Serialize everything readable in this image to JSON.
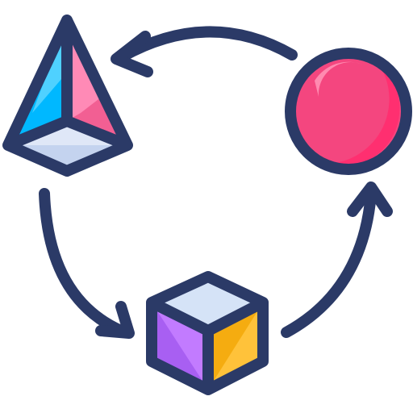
{
  "icon": {
    "name": "shape-cycle-icon",
    "outline_color": "#2b3a67",
    "shapes": {
      "pyramid": {
        "left_face": "#00b8ff",
        "left_face_highlight": "#4fd1ff",
        "right_face": "#f25f93",
        "right_face_highlight": "#ff8ab6",
        "base": "#dfe7f7",
        "base_shadow": "#c4d3ef"
      },
      "sphere": {
        "fill": "#f4467f",
        "shadow": "#ff2f70",
        "highlight": "#ff8ab0"
      },
      "cube": {
        "top": "#d5e3f7",
        "left_face": "#c27bff",
        "left_face_shadow": "#a85ff2",
        "right_face": "#ffc23a",
        "right_face_shadow": "#f5ac10"
      }
    },
    "arrows": [
      "sphere-to-pyramid",
      "pyramid-to-cube",
      "cube-to-sphere"
    ]
  }
}
